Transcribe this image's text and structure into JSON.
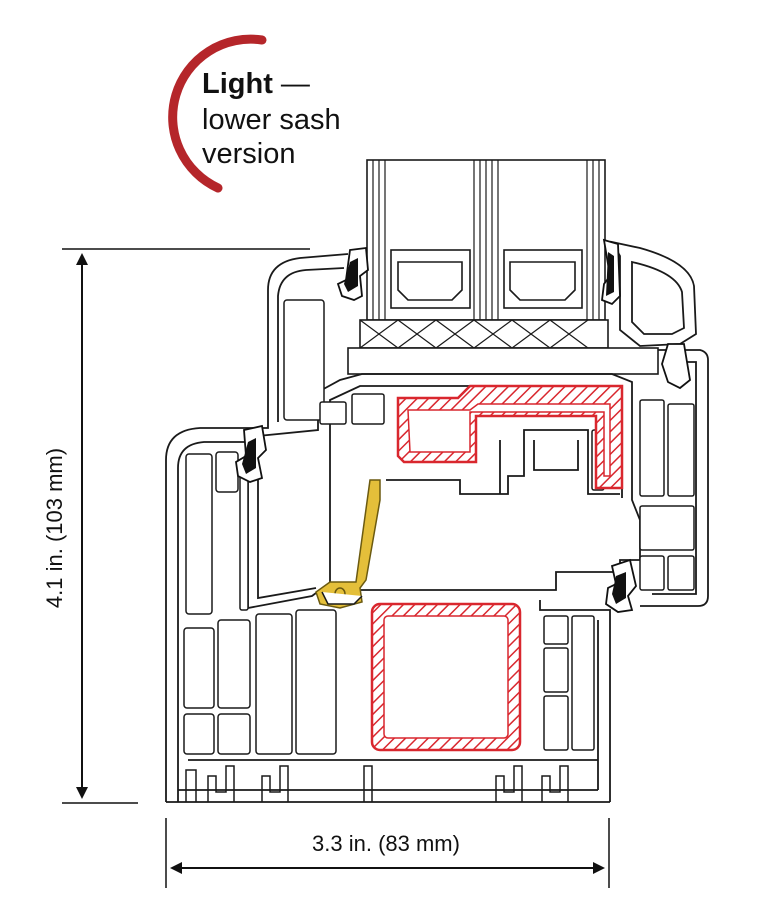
{
  "title": {
    "bold": "Light",
    "dash": " —",
    "line2": "lower sash",
    "line3": "version"
  },
  "dimensions": {
    "height_label": "4.1 in. (103 mm)",
    "width_label": "3.3 in. (83 mm)"
  },
  "colors": {
    "accent_arc": "#b5262a",
    "steel_reinforcement": "#d9272e",
    "gasket": "#e4bf3a",
    "profile_stroke": "#1a1a1a",
    "seal_black": "#111111"
  },
  "icons": {
    "title_arc": "red-arc-icon"
  }
}
